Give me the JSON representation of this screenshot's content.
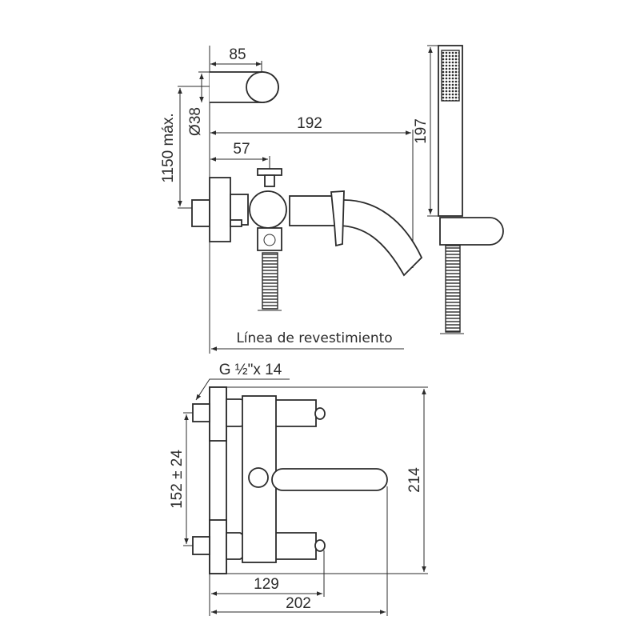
{
  "top_view": {
    "dim_wall_plate_depth": "85",
    "dim_diameter": "Ø38",
    "dim_height": "1150 máx.",
    "dim_spout_reach": "192",
    "dim_handle_offset": "57",
    "dim_hand_shower_length": "197",
    "wall_line_label": "Línea de revestimiento"
  },
  "front_view": {
    "thread_label": "G ½\"x 14",
    "dim_inlet_spacing": "152 ± 24",
    "dim_total_height": "214",
    "dim_handle_depth": "129",
    "dim_spout_depth": "202"
  },
  "colors": {
    "line": "#2b2b2b",
    "background": "#ffffff"
  }
}
